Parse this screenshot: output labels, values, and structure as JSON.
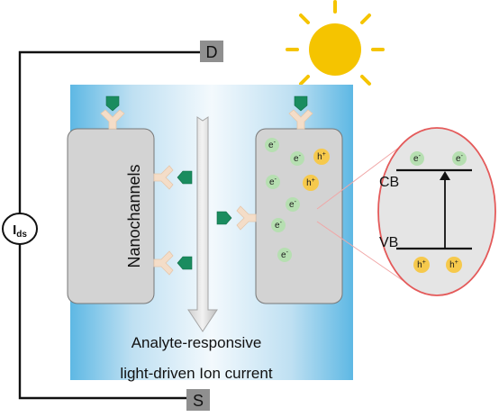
{
  "terminals": {
    "drain": "D",
    "source": "S",
    "current": {
      "main": "I",
      "sub": "ds"
    }
  },
  "channel_label": "Nanochannels",
  "caption": {
    "line1": "Analyte-responsive",
    "line2": "light-driven Ion current"
  },
  "band": {
    "cb": "CB",
    "vb": "VB"
  },
  "carriers": {
    "electron": {
      "base": "e",
      "sup": "-"
    },
    "hole": {
      "base": "h",
      "sup": "+"
    }
  },
  "colors": {
    "water_gradient": [
      "#eaf4fb",
      "#5eb8e4"
    ],
    "chamber_fill": "#d3d3d3",
    "electron_fill": "#b6dfb1",
    "hole_fill": "#f6c94c",
    "receptor_fill": "#f4ddc8",
    "analyte_fill": "#1a8c5f",
    "sun": "#f5c400",
    "zoom_fill": "#e5e5e5",
    "zoom_stroke": "#e45a5a",
    "terminal_box": "#8f8f8f"
  },
  "icons": [
    "sun-icon",
    "receptor-icon",
    "analyte-icon",
    "flow-arrow-icon"
  ]
}
